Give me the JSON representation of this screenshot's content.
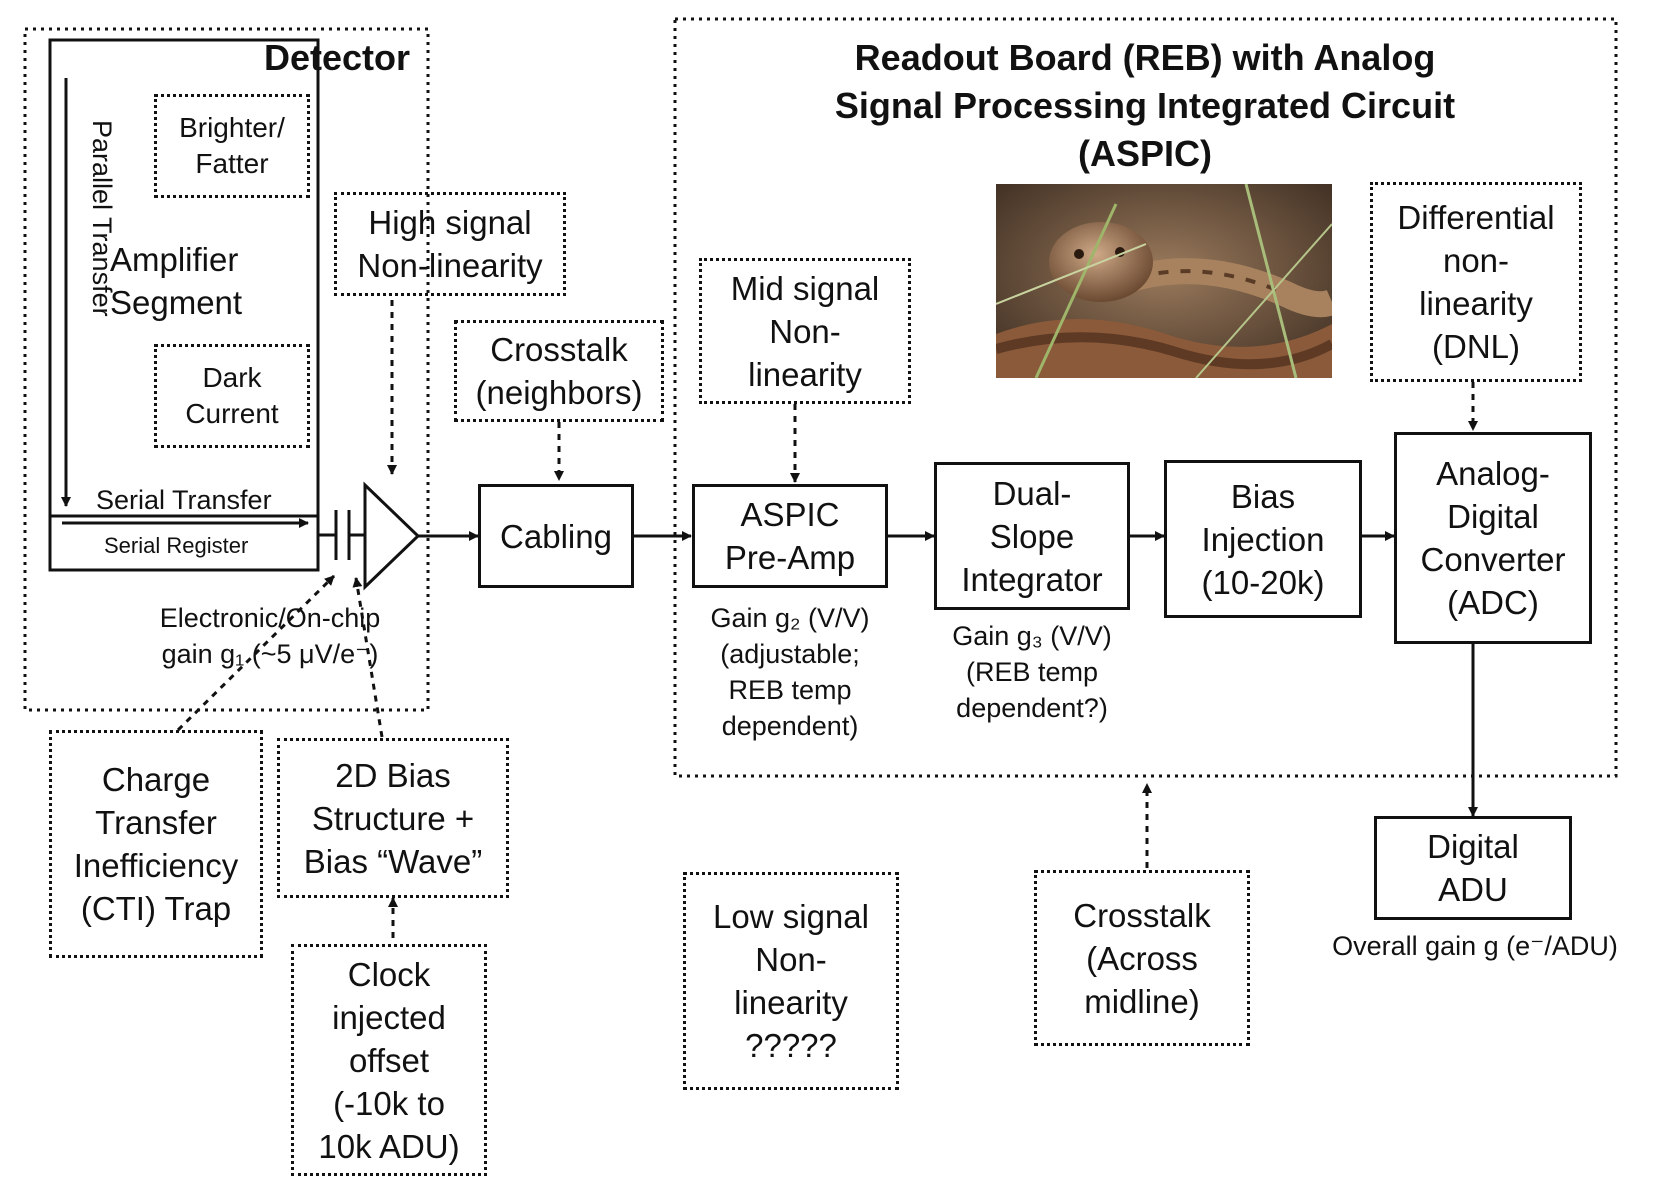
{
  "detector": {
    "title": "Detector",
    "parallel_transfer": "Parallel Transfer",
    "amplifier_segment": [
      "Amplifier",
      "Segment"
    ],
    "brighter_fatter": [
      "Brighter/",
      "Fatter"
    ],
    "dark_current": [
      "Dark",
      "Current"
    ],
    "serial_transfer": "Serial Transfer",
    "serial_register": "Serial Register",
    "gain_note": [
      "Electronic/On-chip",
      "gain g₁ (~5 μV/e⁻)"
    ]
  },
  "reb": {
    "title": [
      "Readout Board (REB) with Analog",
      "Signal Processing Integrated Circuit",
      "(ASPIC)"
    ],
    "photo_icon": "rattlesnake-photo"
  },
  "effects": {
    "high_signal": [
      "High signal",
      "Non-linearity"
    ],
    "crosstalk_neighbors": [
      "Crosstalk",
      "(neighbors)"
    ],
    "mid_signal": [
      "Mid signal",
      "Non-",
      "linearity"
    ],
    "dnl": [
      "Differential",
      "non-",
      "linearity",
      "(DNL)"
    ],
    "cti": [
      "Charge",
      "Transfer",
      "Inefficiency",
      "(CTI) Trap"
    ],
    "bias_structure": [
      "2D Bias",
      "Structure +",
      "Bias “Wave”"
    ],
    "clock_offset": [
      "Clock",
      "injected",
      "offset",
      "(-10k to",
      "10k ADU)"
    ],
    "low_signal": [
      "Low signal",
      "Non-",
      "linearity",
      "?????"
    ],
    "crosstalk_midline": [
      "Crosstalk",
      "(Across",
      "midline)"
    ]
  },
  "chain": {
    "cabling": [
      "Cabling"
    ],
    "preamp": [
      "ASPIC",
      "Pre-Amp"
    ],
    "preamp_note": [
      "Gain g₂ (V/V)",
      "(adjustable;",
      "REB temp",
      "dependent)"
    ],
    "integrator": [
      "Dual-",
      "Slope",
      "Integrator"
    ],
    "integrator_note": [
      "Gain g₃ (V/V)",
      "(REB temp",
      "dependent?)"
    ],
    "bias_injection": [
      "Bias",
      "Injection",
      "(10-20k)"
    ],
    "adc": [
      "Analog-",
      "Digital",
      "Converter",
      "(ADC)"
    ],
    "digital": [
      "Digital",
      "ADU"
    ],
    "overall_gain": "Overall gain g (e⁻/ADU)"
  }
}
